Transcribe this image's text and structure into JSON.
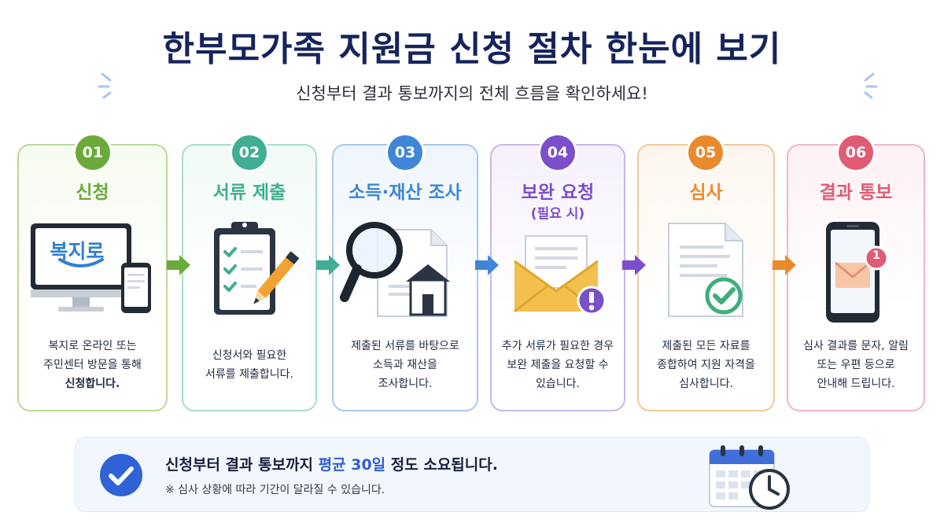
{
  "header": {
    "title": "한부모가족 지원금 신청 절차 한눈에 보기",
    "subtitle": "신청부터 결과 통보까지의 전체 흐름을 확인하세요!"
  },
  "steps": [
    {
      "number": "01",
      "title": "신청",
      "note": "",
      "logo_text": "복지로",
      "color": "#6aaa3a",
      "border": "#b9d99a",
      "desc": [
        "복지로 온라인 또는",
        "주민센터 방문을 통해",
        "신청합니다."
      ]
    },
    {
      "number": "02",
      "title": "서류 제출",
      "note": "",
      "color": "#3fae93",
      "border": "#a9dccd",
      "desc": [
        "신청서와 필요한",
        "서류를 제출합니다."
      ]
    },
    {
      "number": "03",
      "title": "소득·재산 조사",
      "note": "",
      "color": "#3f86d6",
      "border": "#a9c9ee",
      "desc": [
        "제출된 서류를 바탕으로",
        "소득과 재산을",
        "조사합니다."
      ]
    },
    {
      "number": "04",
      "title": "보완 요청",
      "note": "(필요 시)",
      "color": "#7b4fc9",
      "border": "#c9b6ea",
      "desc": [
        "추가 서류가 필요한 경우",
        "보완 제출을 요청할 수",
        "있습니다."
      ]
    },
    {
      "number": "05",
      "title": "심사",
      "note": "",
      "color": "#ea8a2c",
      "border": "#f2c99b",
      "desc": [
        "제출된 모든 자료를",
        "종합하여 지원 자격을",
        "심사합니다."
      ]
    },
    {
      "number": "06",
      "title": "결과 통보",
      "note": "",
      "notif_count": "1",
      "color": "#df5c74",
      "border": "#f0b7c3",
      "desc": [
        "심사 결과를 문자, 알림",
        "또는 우편 등으로",
        "안내해 드립니다."
      ]
    }
  ],
  "banner": {
    "line_before": "신청부터 결과 통보까지 ",
    "line_highlight": "평균 30일",
    "line_after": " 정도 소요됩니다.",
    "note": "※ 심사 상황에 따라 기간이 달라질 수 있습니다."
  }
}
